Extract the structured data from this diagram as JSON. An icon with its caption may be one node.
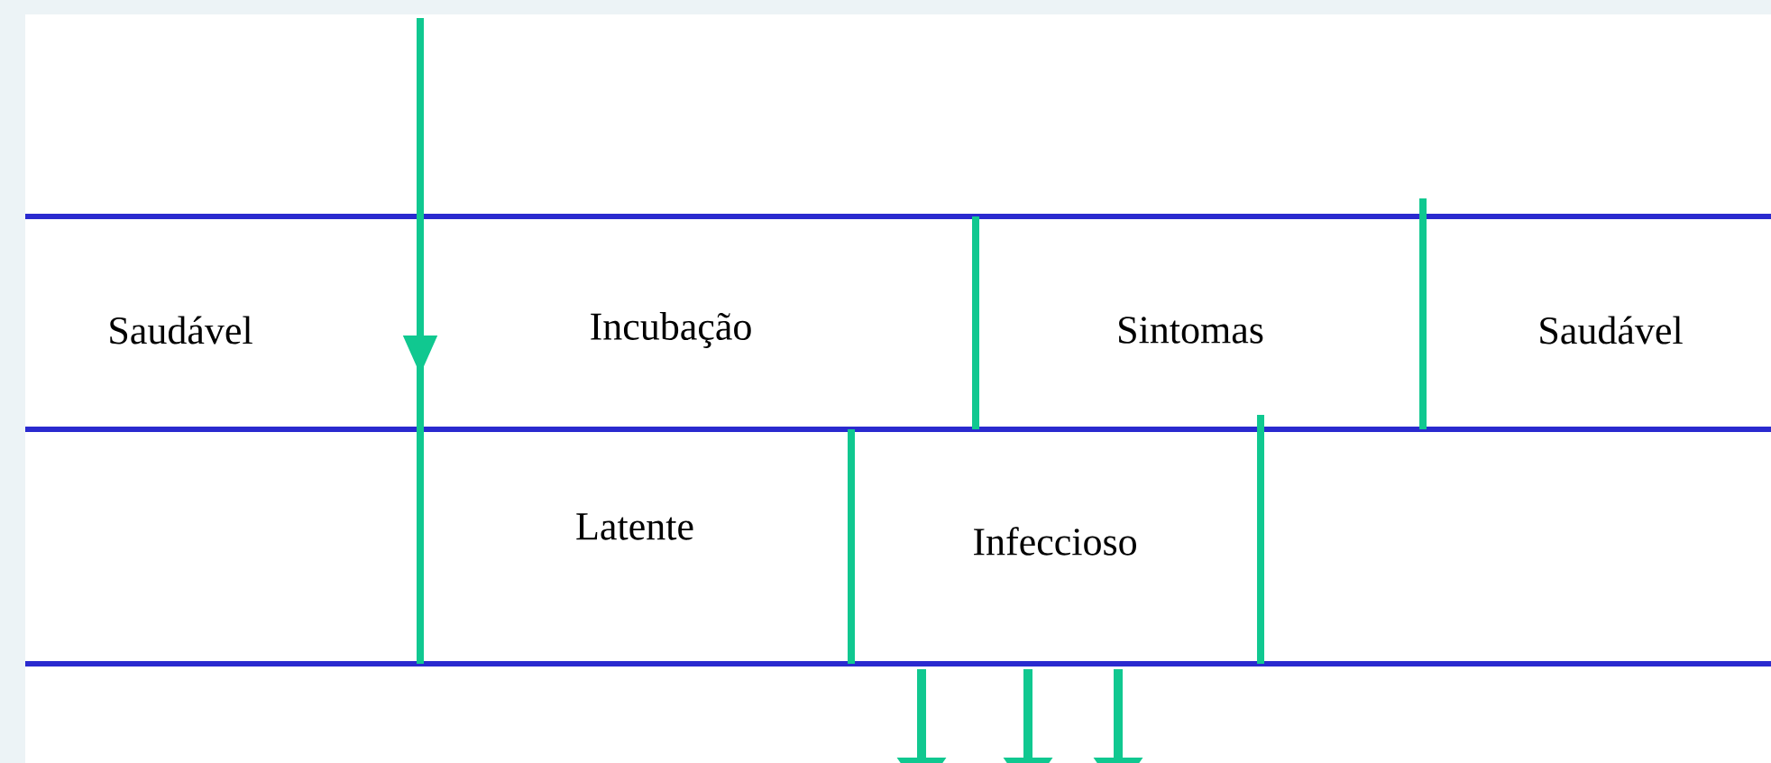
{
  "diagram": {
    "labels": [
      "Saudável",
      "Incubação",
      "Sintomas",
      "Saudável",
      "Latente",
      "Infeccioso"
    ]
  }
}
